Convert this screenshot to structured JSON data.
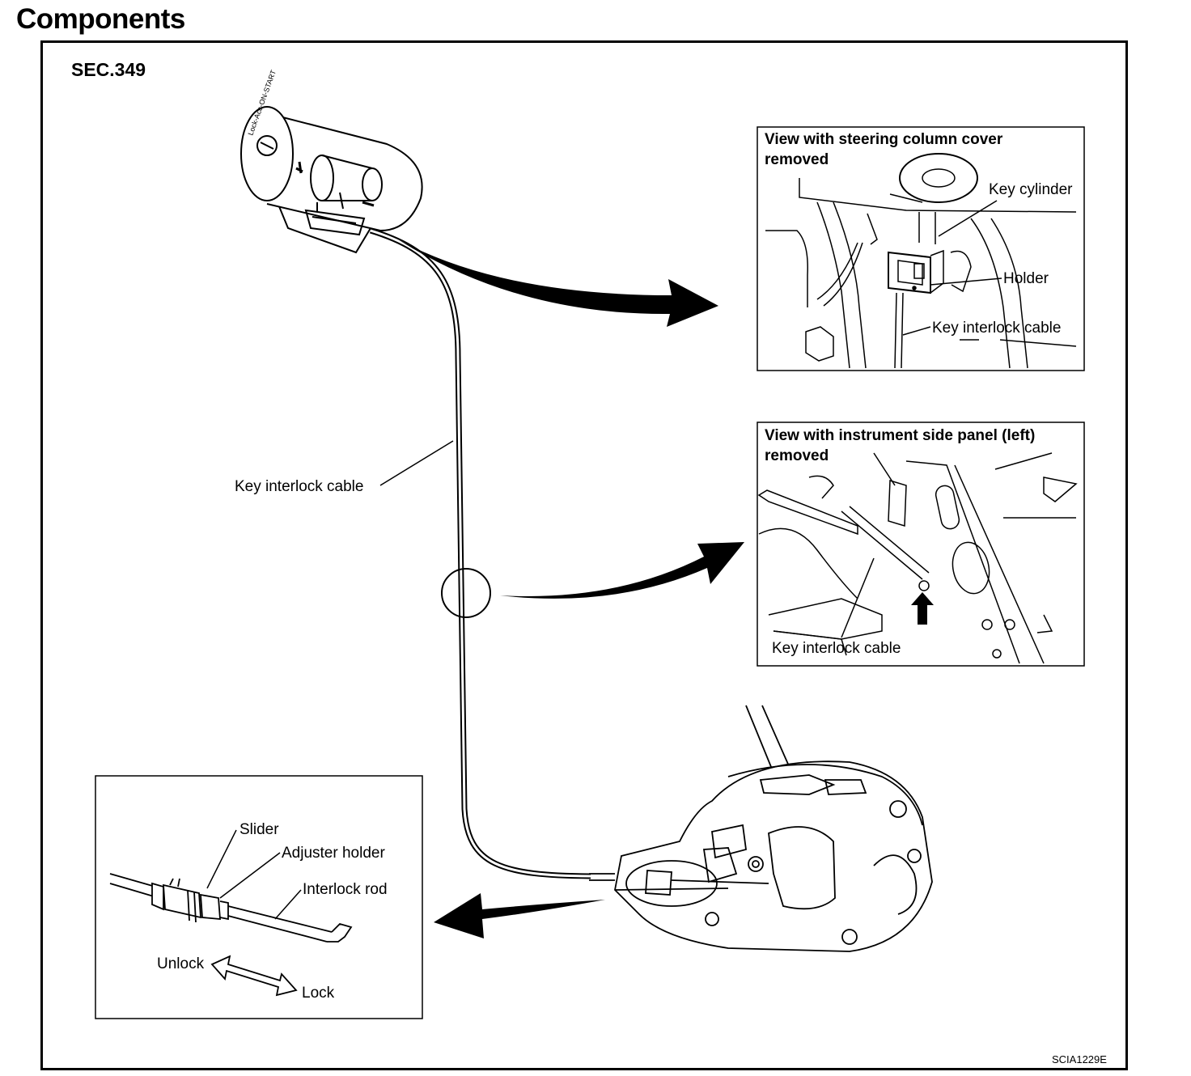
{
  "page_title": "Components",
  "section_code": "SEC.349",
  "figure_code": "SCIA1229E",
  "main_cable_label": "Key interlock cable",
  "steering_view": {
    "title_line1": "View with steering column cover",
    "title_line2": "removed",
    "labels": {
      "key_cylinder": "Key cylinder",
      "holder": "Holder",
      "cable": "Key interlock cable"
    }
  },
  "panel_view": {
    "title_line1": "View with instrument side panel (left)",
    "title_line2": "removed",
    "labels": {
      "cable": "Key interlock cable"
    }
  },
  "detail_view": {
    "labels": {
      "slider": "Slider",
      "adjuster_holder": "Adjuster holder",
      "interlock_rod": "Interlock rod",
      "unlock": "Unlock",
      "lock": "Lock"
    }
  },
  "key_cylinder_face_text": "Lock-Acc-ON-START"
}
